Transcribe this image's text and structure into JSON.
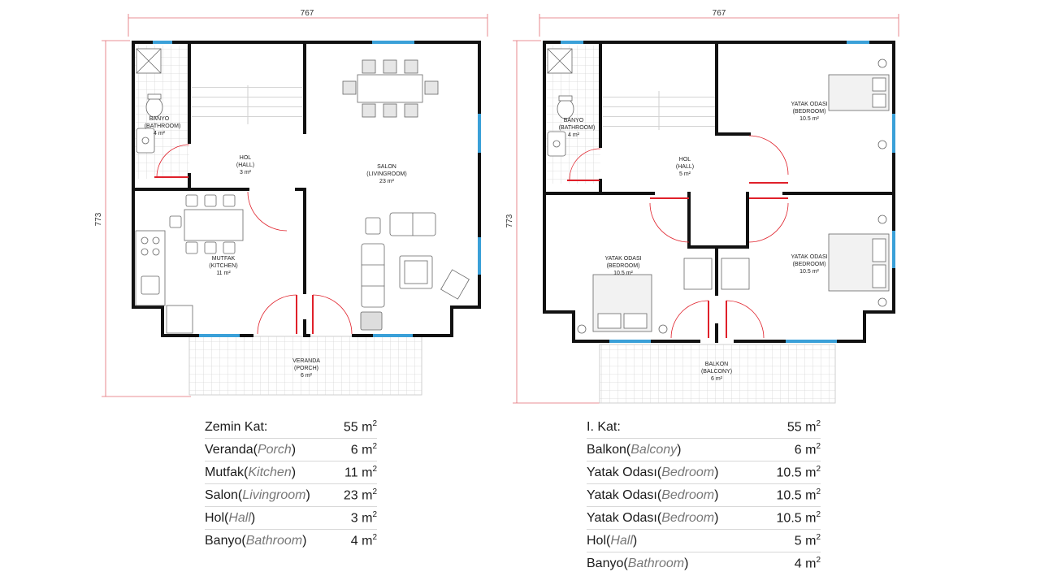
{
  "colors": {
    "wall": "#111111",
    "door": "#e0202a",
    "window": "#3aa0d8",
    "tile": "#d8d8d8",
    "dim": "#e26a72"
  },
  "ground_floor": {
    "width_dim": "767",
    "height_dim": "773",
    "rooms": {
      "bathroom": {
        "tr": "BANYO",
        "en": "(BATHROOM)",
        "area": "4 m²"
      },
      "hall": {
        "tr": "HOL",
        "en": "(HALL)",
        "area": "3 m²"
      },
      "living": {
        "tr": "SALON",
        "en": "(LIVINGROOM)",
        "area": "23 m²"
      },
      "kitchen": {
        "tr": "MUTFAK",
        "en": "(KITCHEN)",
        "area": "11 m²"
      },
      "porch": {
        "tr": "VERANDA",
        "en": "(PORCH)",
        "area": "6 m²"
      }
    },
    "table": [
      {
        "tr": "Zemin Kat:",
        "en": "",
        "close": "",
        "value": "55 m",
        "sup": "2"
      },
      {
        "tr": "Veranda(",
        "en": "Porch",
        "close": ")",
        "value": "6 m",
        "sup": "2"
      },
      {
        "tr": "Mutfak(",
        "en": "Kitchen",
        "close": ")",
        "value": "11 m",
        "sup": "2"
      },
      {
        "tr": "Salon(",
        "en": "Livingroom",
        "close": ")",
        "value": "23 m",
        "sup": "2"
      },
      {
        "tr": "Hol(",
        "en": "Hall",
        "close": ")",
        "value": "3 m",
        "sup": "2"
      },
      {
        "tr": "Banyo(",
        "en": "Bathroom",
        "close": ")",
        "value": "4 m",
        "sup": "2"
      }
    ]
  },
  "first_floor": {
    "width_dim": "767",
    "height_dim": "773",
    "rooms": {
      "bathroom": {
        "tr": "BANYO",
        "en": "(BATHROOM)",
        "area": "4 m²"
      },
      "hall": {
        "tr": "HOL",
        "en": "(HALL)",
        "area": "5 m²"
      },
      "bedroom_top": {
        "tr": "YATAK ODASI",
        "en": "(BEDROOM)",
        "area": "10.5 m²"
      },
      "bedroom_left": {
        "tr": "YATAK ODASI",
        "en": "(BEDROOM)",
        "area": "10.5 m²"
      },
      "bedroom_right": {
        "tr": "YATAK ODASI",
        "en": "(BEDROOM)",
        "area": "10.5 m²"
      },
      "balcony": {
        "tr": "BALKON",
        "en": "(BALCONY)",
        "area": "6 m²"
      }
    },
    "table": [
      {
        "tr": "I. Kat:",
        "en": "",
        "close": "",
        "value": "55 m",
        "sup": "2"
      },
      {
        "tr": "Balkon(",
        "en": "Balcony",
        "close": ")",
        "value": "6 m",
        "sup": "2"
      },
      {
        "tr": "Yatak Odası(",
        "en": "Bedroom",
        "close": ")",
        "value": "10.5 m",
        "sup": "2"
      },
      {
        "tr": "Yatak Odası(",
        "en": "Bedroom",
        "close": ")",
        "value": "10.5 m",
        "sup": "2"
      },
      {
        "tr": "Yatak Odası(",
        "en": "Bedroom",
        "close": ")",
        "value": "10.5 m",
        "sup": "2"
      },
      {
        "tr": "Hol(",
        "en": "Hall",
        "close": ")",
        "value": "5 m",
        "sup": "2"
      },
      {
        "tr": "Banyo(",
        "en": "Bathroom",
        "close": ")",
        "value": "4 m",
        "sup": "2"
      }
    ]
  }
}
